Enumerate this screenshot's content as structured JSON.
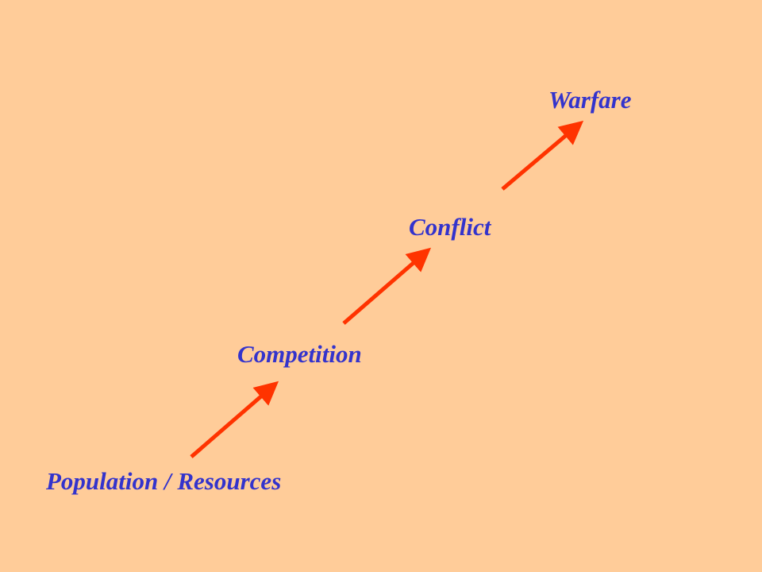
{
  "steps": [
    {
      "label": "Population / Resources"
    },
    {
      "label": "Competition"
    },
    {
      "label": "Conflict"
    },
    {
      "label": "Warfare"
    }
  ],
  "colors": {
    "background": "#FFCC99",
    "text": "#3333CC",
    "arrow": "#FF3300"
  }
}
